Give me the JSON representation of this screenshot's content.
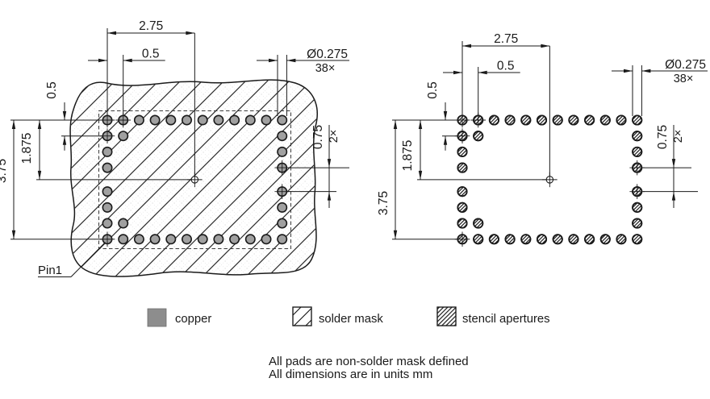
{
  "drawing": {
    "description": "PCB land pattern drawing with copper/solder-mask view and stencil aperture view",
    "pin1_label": "Pin1"
  },
  "dimensions": {
    "center_to_first_pad": "2.75",
    "pad_pitch_horizontal": "0.5",
    "pad_diameter": "Ø0.275",
    "pad_count": "38×",
    "pad_pitch_vertical": "0.5",
    "center_to_top_row": "1.875",
    "overall_height": "3.75",
    "center_gap": "0.75",
    "center_gap_count": "2×"
  },
  "pads": {
    "grid_cols": 12,
    "grid_rows": 8,
    "col_pitch_mm": 0.5,
    "row_gaps_mm": [
      0.5,
      0.5,
      0.5,
      0.75,
      0.5,
      0.5,
      0.5
    ],
    "cells": [
      [
        0,
        0
      ],
      [
        0,
        1
      ],
      [
        0,
        2
      ],
      [
        0,
        3
      ],
      [
        0,
        4
      ],
      [
        0,
        5
      ],
      [
        0,
        6
      ],
      [
        0,
        7
      ],
      [
        0,
        8
      ],
      [
        0,
        9
      ],
      [
        0,
        10
      ],
      [
        0,
        11
      ],
      [
        1,
        0
      ],
      [
        1,
        1
      ],
      [
        1,
        11
      ],
      [
        2,
        0
      ],
      [
        2,
        11
      ],
      [
        3,
        0
      ],
      [
        3,
        11
      ],
      [
        4,
        0
      ],
      [
        4,
        11
      ],
      [
        5,
        0
      ],
      [
        5,
        11
      ],
      [
        6,
        0
      ],
      [
        6,
        1
      ],
      [
        6,
        11
      ],
      [
        7,
        0
      ],
      [
        7,
        1
      ],
      [
        7,
        2
      ],
      [
        7,
        3
      ],
      [
        7,
        4
      ],
      [
        7,
        5
      ],
      [
        7,
        6
      ],
      [
        7,
        7
      ],
      [
        7,
        8
      ],
      [
        7,
        9
      ],
      [
        7,
        10
      ],
      [
        7,
        11
      ]
    ],
    "cross_marked": [
      [
        0,
        0
      ],
      [
        0,
        1
      ],
      [
        1,
        0
      ],
      [
        3,
        11
      ],
      [
        4,
        11
      ],
      [
        7,
        0
      ]
    ]
  },
  "legend": {
    "items": [
      {
        "label": "copper",
        "swatch": "copper-fill"
      },
      {
        "label": "solder mask",
        "swatch": "diagonal-hatch"
      },
      {
        "label": "stencil apertures",
        "swatch": "dense-diagonal-hatch"
      }
    ]
  },
  "notes": {
    "line1": "All pads are non-solder mask defined",
    "line2": "All dimensions are in units mm"
  },
  "colors": {
    "copper_pad": "#a0a0a0",
    "legend_copper": "#8d8d8d",
    "line": "#1a1a1a",
    "background": "#ffffff"
  }
}
